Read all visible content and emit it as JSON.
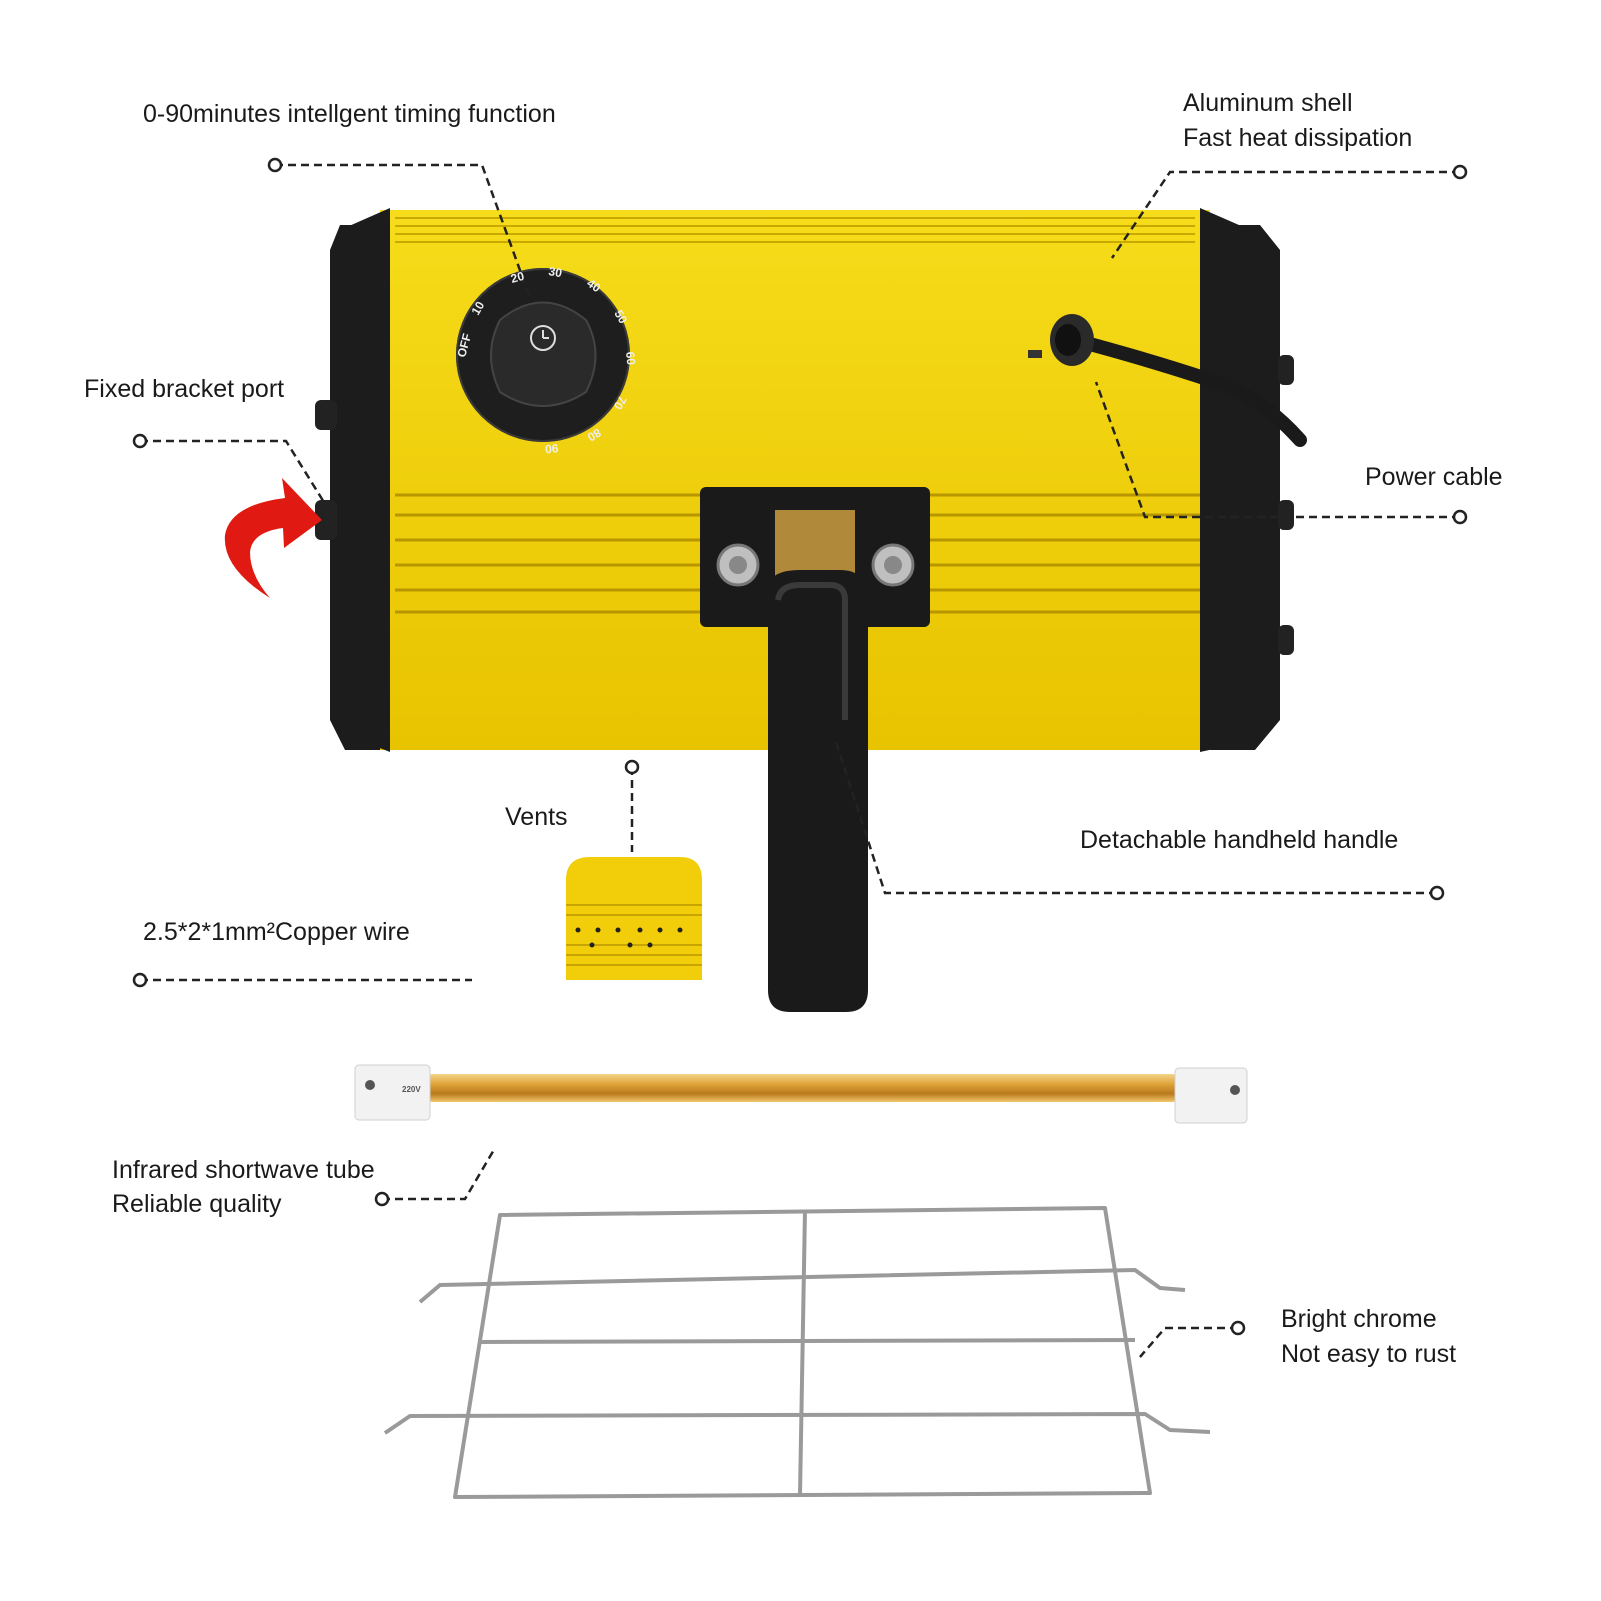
{
  "callouts": {
    "timing": "0-90minutes intellgent timing function",
    "shell_line1": "Aluminum shell",
    "shell_line2": "Fast heat dissipation",
    "bracket": "Fixed bracket port",
    "power": "Power cable",
    "vents": "Vents",
    "handle": "Detachable handheld handle",
    "copper": "2.5*2*1mm²Copper wire",
    "tube_line1": "Infrared shortwave tube",
    "tube_line2": "Reliable quality",
    "chrome_line1": "Bright chrome",
    "chrome_line2": "Not easy to rust"
  },
  "dial": {
    "ticks": [
      "OFF",
      "10",
      "20",
      "30",
      "40",
      "50",
      "60",
      "70",
      "80",
      "90"
    ]
  },
  "tube": {
    "marking": "220V"
  },
  "colors": {
    "body_yellow": "#f2d40c",
    "frame_black": "#1c1c1c",
    "arrow_red": "#e01a12",
    "tube_gold": "#d99a2b",
    "chrome": "#9a9a9a"
  },
  "icons": {
    "clock": "clock-icon",
    "arrow": "curved-arrow-icon"
  }
}
